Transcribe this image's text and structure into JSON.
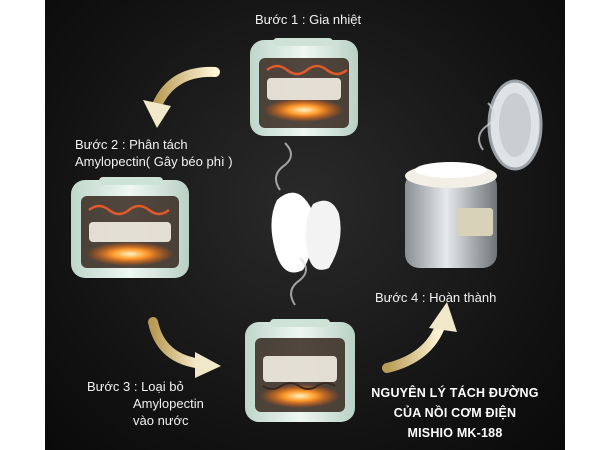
{
  "steps": {
    "step1": "Bước 1 : Gia nhiệt",
    "step2_line1": "Bước 2 : Phân tách",
    "step2_line2": "Amylopectin( Gây béo phì )",
    "step3_line1": "Bước 3 : Loại bỏ",
    "step3_line2": "Amylopectin",
    "step3_line3": "vào nước",
    "step4": "Bước 4 : Hoàn thành"
  },
  "title": {
    "line1": "NGUYÊN LÝ TÁCH ĐƯỜNG",
    "line2": "CỦA NỒI CƠM ĐIỆN",
    "line3": "MISHIO MK-188"
  },
  "colors": {
    "background": "#121212",
    "text": "#f2f2f2",
    "arrow": "#f0e8c8",
    "cooker_body": "#dfeee6",
    "heat": "#ff7a1a"
  }
}
